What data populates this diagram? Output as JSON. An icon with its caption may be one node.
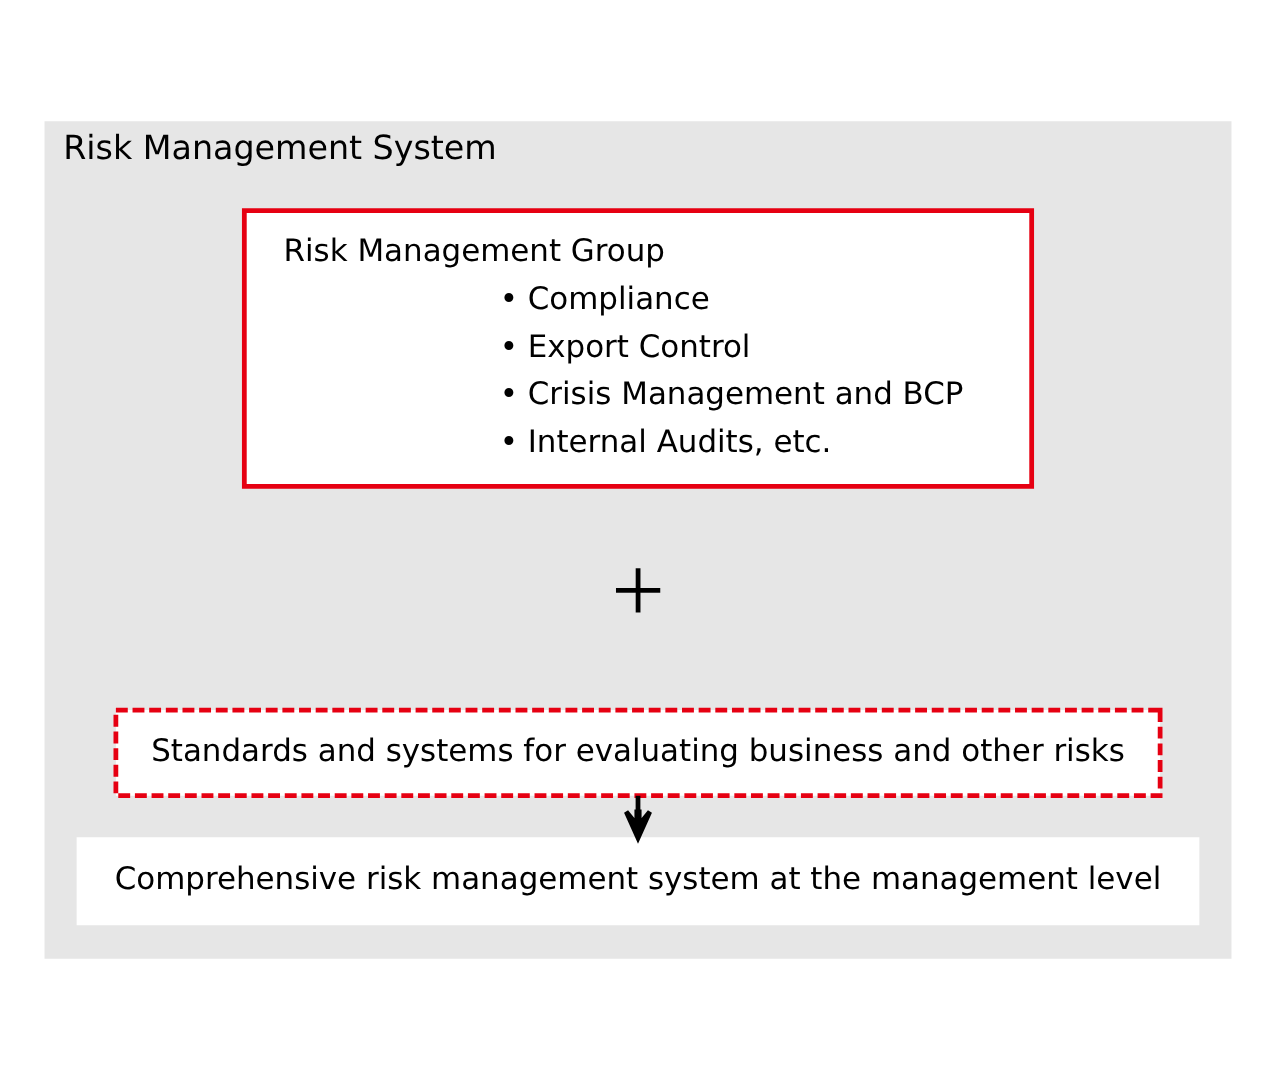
{
  "diagram": {
    "nodes": [
      {
        "text": [
          "Risk Management System"
        ]
      },
      {
        "text": [
          "Risk Management Group",
          "• Compliance",
          "• Export Control",
          "• Crisis Management and BCP",
          "• Internal Audits, etc."
        ],
        "in": 0
      },
      {
        "text": [
          "Standards and systems for evaluating business and other risks"
        ],
        "in": 0
      },
      {
        "text": [
          "Comprehensive risk management system at the management level"
        ],
        "in": 0
      }
    ],
    "edges": [
      {
        "from": 2,
        "to": 3,
        "arrow": "to"
      }
    ],
    "labels": [
      "+"
    ]
  }
}
